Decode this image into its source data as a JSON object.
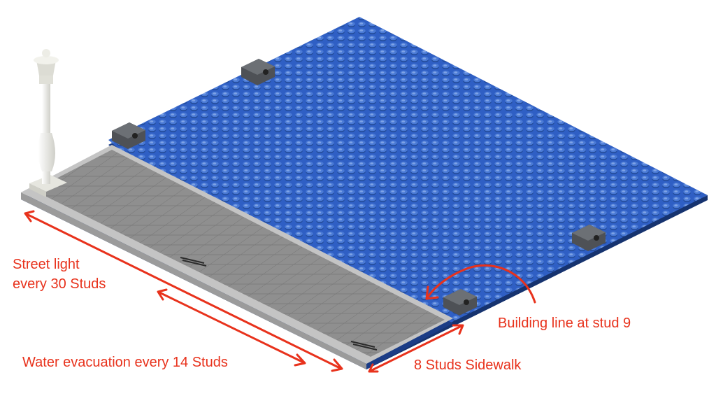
{
  "colors": {
    "baseplate": "#2f5fc4",
    "baseplate_edge": "#1b3c86",
    "sidewalk": "#8e8e8e",
    "curb": "#c2c2c2",
    "brick": "#5b5e63",
    "lamp": "#f4f4ef",
    "annotation": "#e8321c"
  },
  "annotations": {
    "street_light_line1": "Street light",
    "street_light_line2": "every 30 Studs",
    "water_evacuation": "Water evacuation every 14 Studs",
    "building_line": "Building line at stud 9",
    "sidewalk_width": "8 Studs Sidewalk"
  }
}
